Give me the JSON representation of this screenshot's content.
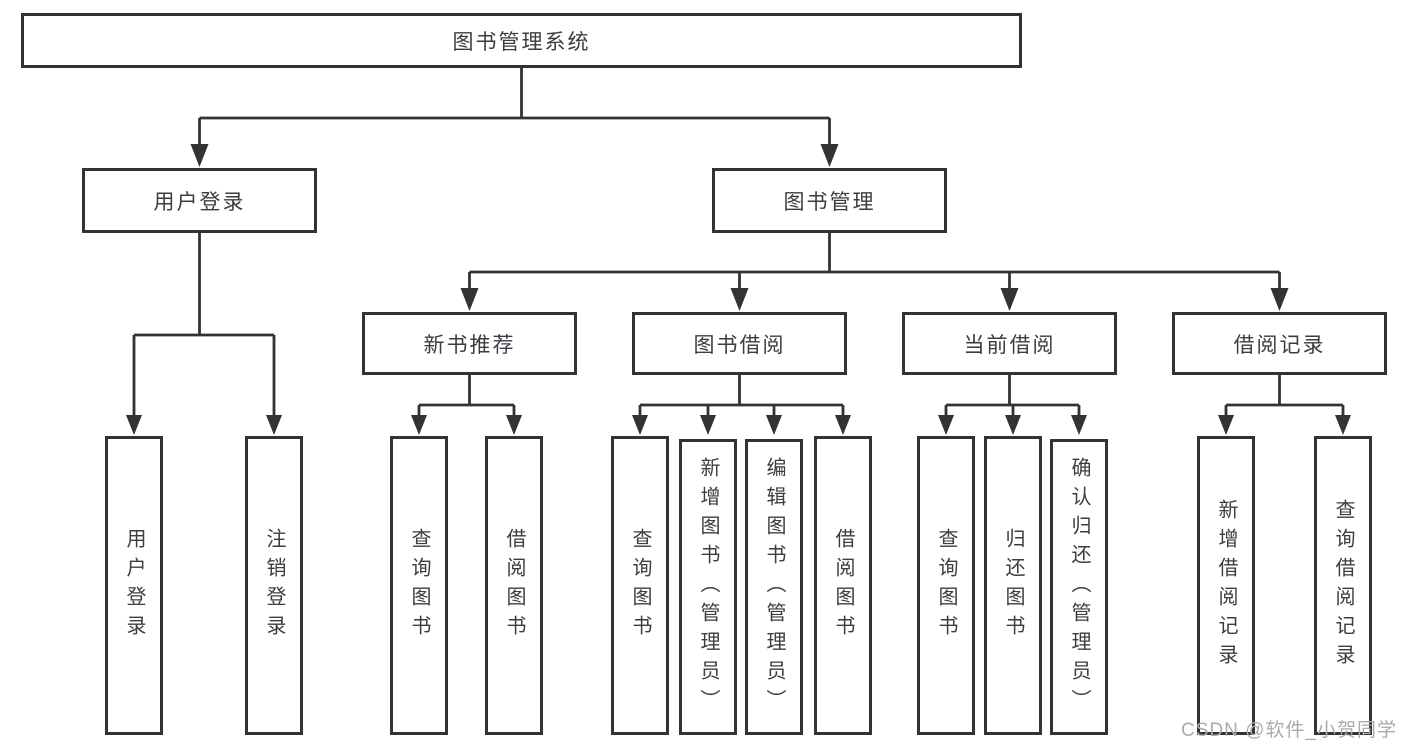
{
  "colors": {
    "line": "#333336",
    "box_border": "#333336",
    "text": "#3c3c42",
    "watermark": "#ababab",
    "background": "#ffffff"
  },
  "watermark": {
    "text": "CSDN @软件_小贺同学"
  },
  "tree": {
    "root": {
      "label": "图书管理系统"
    },
    "branches": [
      {
        "label": "用户登录",
        "children": [
          "用户登录",
          "注销登录"
        ]
      },
      {
        "label": "图书管理",
        "children": [
          {
            "label": "新书推荐",
            "children": [
              "查询图书",
              "借阅图书"
            ]
          },
          {
            "label": "图书借阅",
            "children": [
              "查询图书",
              "新增图书（管理员）",
              "编辑图书（管理员）",
              "借阅图书"
            ]
          },
          {
            "label": "当前借阅",
            "children": [
              "查询图书",
              "归还图书",
              "确认归还（管理员）"
            ]
          },
          {
            "label": "借阅记录",
            "children": [
              "新增借阅记录",
              "查询借阅记录"
            ]
          }
        ]
      }
    ]
  }
}
